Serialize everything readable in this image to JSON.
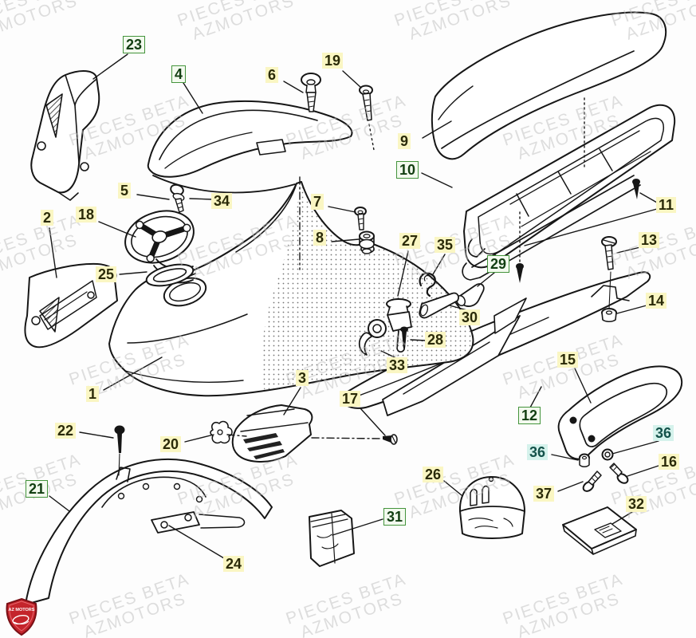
{
  "watermark": {
    "line1": "PIECES BETA",
    "line2": "AZMOTORS"
  },
  "logo": {
    "text_top": "AZ MOTORS"
  },
  "colors": {
    "yellow_label_bg": "#FAF6C3",
    "yellow_label_text": "#2A2A08",
    "green_label_bg": "#F3FAEF",
    "green_label_border": "#44943C",
    "green_label_text": "#123E12",
    "cyan_label_bg": "#D5F2EC",
    "cyan_label_text": "#14524A",
    "line_art": "#161616",
    "watermark_gray": "#BEBEBE",
    "logo_red": "#C4242B"
  },
  "diagram": {
    "labels": [
      {
        "num": "23",
        "style": "green"
      },
      {
        "num": "4",
        "style": "green"
      },
      {
        "num": "6",
        "style": "yellow"
      },
      {
        "num": "19",
        "style": "yellow"
      },
      {
        "num": "9",
        "style": "yellow"
      },
      {
        "num": "10",
        "style": "green"
      },
      {
        "num": "5",
        "style": "yellow"
      },
      {
        "num": "34",
        "style": "yellow"
      },
      {
        "num": "2",
        "style": "yellow"
      },
      {
        "num": "18",
        "style": "yellow"
      },
      {
        "num": "7",
        "style": "yellow"
      },
      {
        "num": "8",
        "style": "yellow"
      },
      {
        "num": "11",
        "style": "yellow"
      },
      {
        "num": "27",
        "style": "yellow"
      },
      {
        "num": "35",
        "style": "yellow"
      },
      {
        "num": "29",
        "style": "green"
      },
      {
        "num": "13",
        "style": "yellow"
      },
      {
        "num": "25",
        "style": "yellow"
      },
      {
        "num": "14",
        "style": "yellow"
      },
      {
        "num": "30",
        "style": "yellow"
      },
      {
        "num": "28",
        "style": "yellow"
      },
      {
        "num": "33",
        "style": "yellow"
      },
      {
        "num": "1",
        "style": "yellow"
      },
      {
        "num": "3",
        "style": "yellow"
      },
      {
        "num": "17",
        "style": "yellow"
      },
      {
        "num": "15",
        "style": "yellow"
      },
      {
        "num": "12",
        "style": "green"
      },
      {
        "num": "22",
        "style": "yellow"
      },
      {
        "num": "20",
        "style": "yellow"
      },
      {
        "num": "36",
        "style": "cyan"
      },
      {
        "num": "36",
        "style": "cyan"
      },
      {
        "num": "16",
        "style": "yellow"
      },
      {
        "num": "21",
        "style": "green"
      },
      {
        "num": "37",
        "style": "yellow"
      },
      {
        "num": "26",
        "style": "yellow"
      },
      {
        "num": "31",
        "style": "green"
      },
      {
        "num": "32",
        "style": "yellow"
      },
      {
        "num": "24",
        "style": "yellow"
      }
    ]
  }
}
